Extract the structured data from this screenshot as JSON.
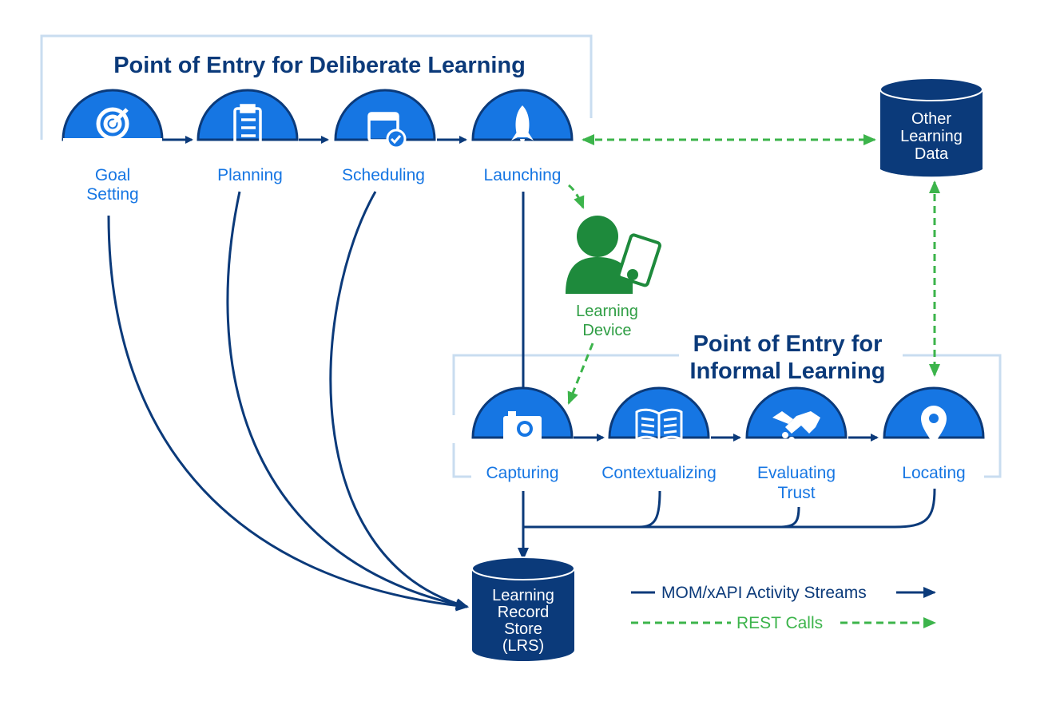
{
  "deliberate": {
    "title": "Point of Entry for Deliberate Learning",
    "nodes": [
      {
        "line1": "Goal",
        "line2": "Setting",
        "icon": "target-icon"
      },
      {
        "line1": "Planning",
        "line2": "",
        "icon": "clipboard-icon"
      },
      {
        "line1": "Scheduling",
        "line2": "",
        "icon": "calendar-check-icon"
      },
      {
        "line1": "Launching",
        "line2": "",
        "icon": "rocket-icon"
      }
    ]
  },
  "informal": {
    "title_line1": "Point of Entry for",
    "title_line2": "Informal Learning",
    "nodes": [
      {
        "line1": "Capturing",
        "line2": "",
        "icon": "camera-icon"
      },
      {
        "line1": "Contextualizing",
        "line2": "",
        "icon": "book-icon"
      },
      {
        "line1": "Evaluating",
        "line2": "Trust",
        "icon": "handshake-icon"
      },
      {
        "line1": "Locating",
        "line2": "",
        "icon": "map-pin-icon"
      }
    ]
  },
  "other_data": {
    "line1": "Other",
    "line2": "Learning",
    "line3": "Data"
  },
  "lrs": {
    "line1": "Learning",
    "line2": "Record",
    "line3": "Store",
    "line4": "(LRS)"
  },
  "device": {
    "line1": "Learning",
    "line2": "Device",
    "icon": "person-tablet-icon"
  },
  "legend": {
    "activity": "MOM/xAPI Activity Streams",
    "rest": "REST Calls"
  },
  "colors": {
    "navy": "#0b3a7a",
    "node_blue": "#1676e3",
    "green": "#3cb44b",
    "frame": "#c9ddf0"
  }
}
